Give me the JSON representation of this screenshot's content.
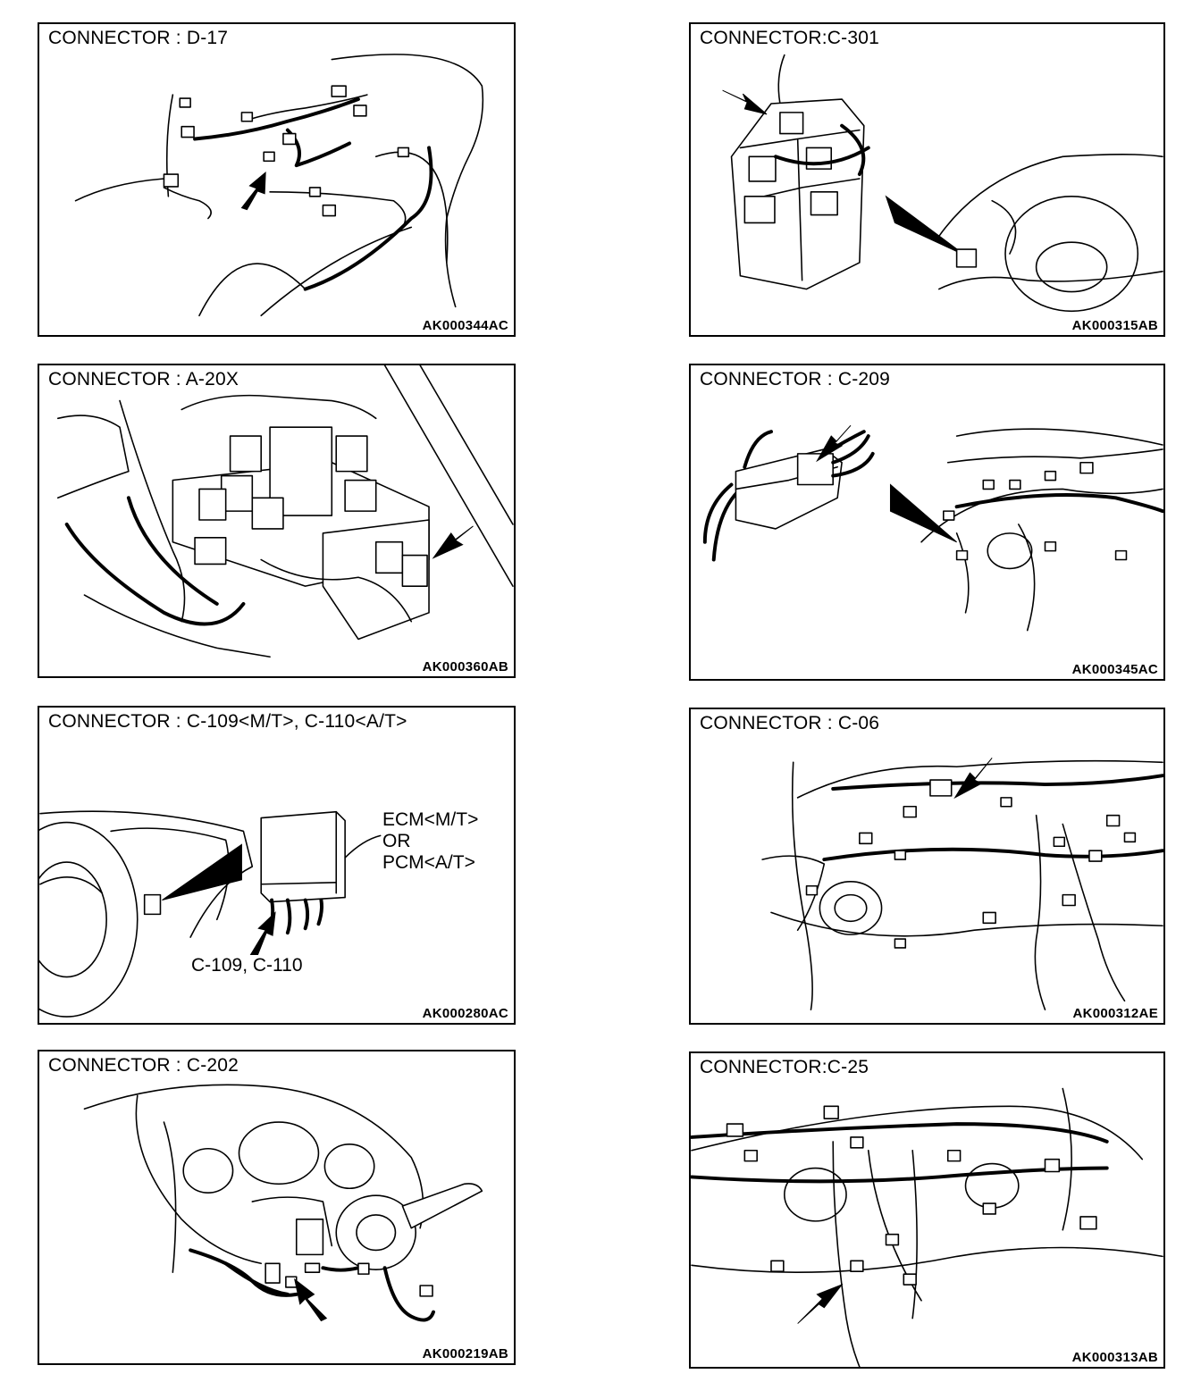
{
  "panels": [
    {
      "title": "CONNECTOR : D-17",
      "code": "AK000344AC"
    },
    {
      "title": "CONNECTOR:C-301",
      "code": "AK000315AB"
    },
    {
      "title": "CONNECTOR : A-20X",
      "code": "AK000360AB"
    },
    {
      "title": "CONNECTOR : C-209",
      "code": "AK000345AC"
    },
    {
      "title": "CONNECTOR : C-109<M/T>, C-110<A/T>",
      "code": "AK000280AC",
      "labels": {
        "ecm": "ECM<M/T>",
        "or": "OR",
        "pcm": "PCM<A/T>",
        "callout": "C-109, C-110"
      }
    },
    {
      "title": "CONNECTOR : C-06",
      "code": "AK000312AE"
    },
    {
      "title": "CONNECTOR : C-202",
      "code": "AK000219AB"
    },
    {
      "title": "CONNECTOR:C-25",
      "code": "AK000313AB"
    }
  ]
}
